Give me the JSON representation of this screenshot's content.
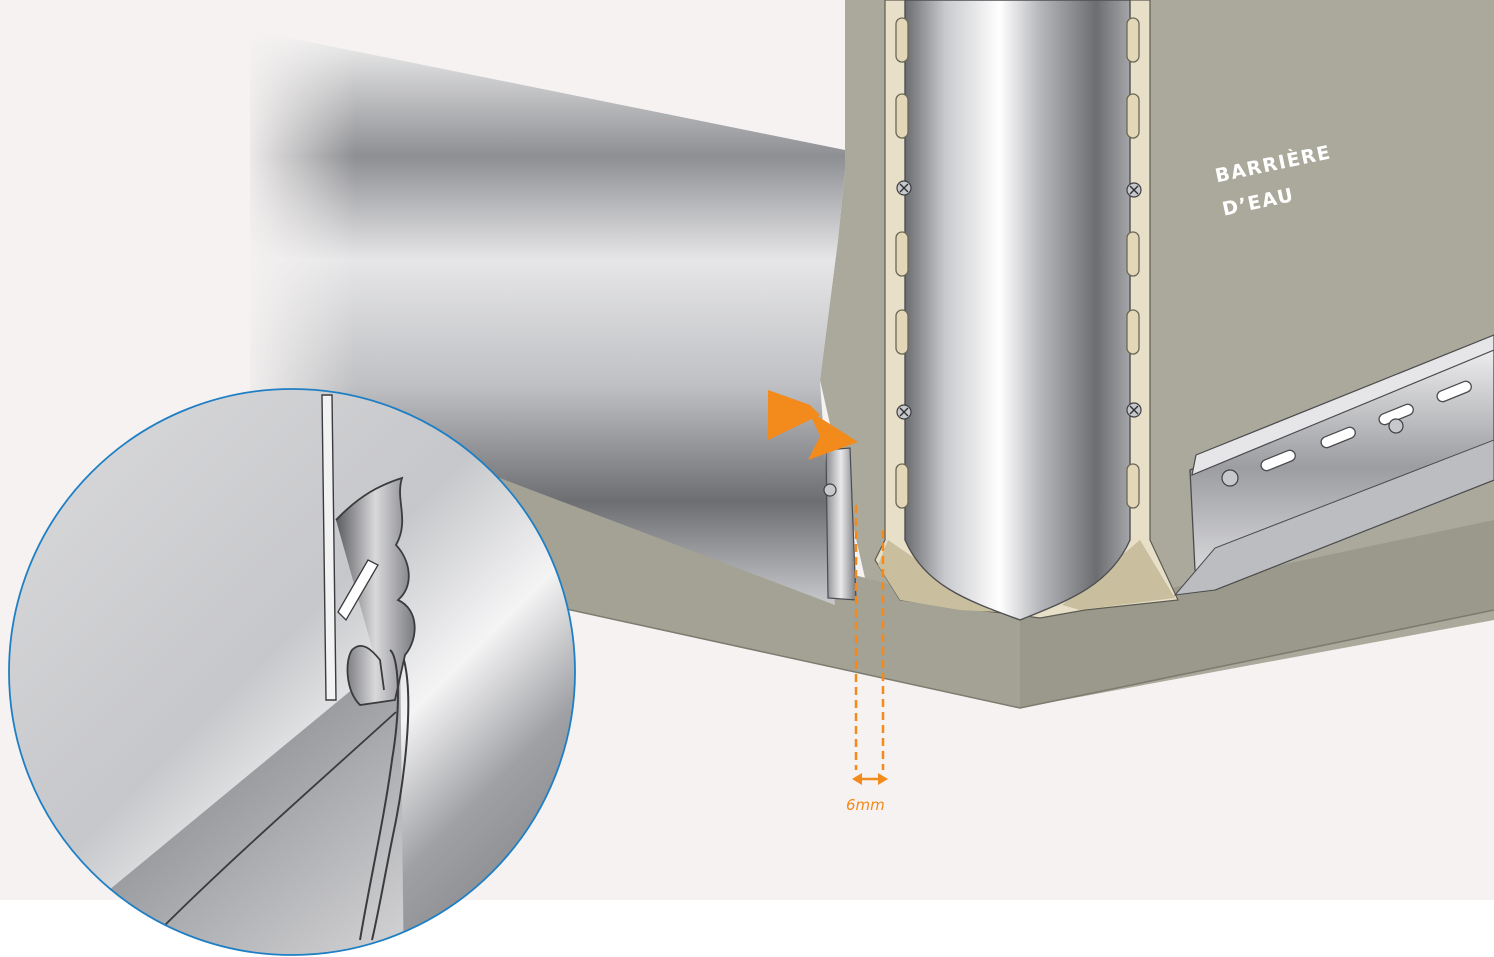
{
  "labels": {
    "water_barrier_line1": "BARRIÈRE",
    "water_barrier_line2": "D’EAU",
    "gap_measure": "6mm"
  },
  "colors": {
    "brand_blue": "#0c6fb3",
    "brand_navy": "#0f4d73",
    "brand_dark": "#0b3f52",
    "accent_orange": "#f28a1c",
    "wall_gray": "#aaa99b",
    "wall_shadow": "#9a998b",
    "backdrop": "#f5f2f1",
    "magnifier_border": "#1f7fc4"
  },
  "icons": {
    "arrow": "double-chevron-arrow-icon",
    "screw": "screw-icon",
    "gap": "double-headed-arrow-icon"
  }
}
